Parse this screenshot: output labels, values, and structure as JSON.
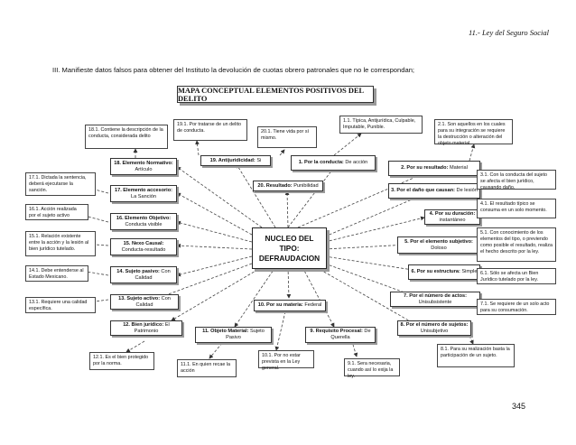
{
  "header": "11.- Ley del Seguro Social",
  "intro": "III. Manifieste datos falsos para obtener del Instituto la devolución de cuotas obrero patronales que no le correspondan;",
  "page_number": "345",
  "title": "MAPA CONCEPTUAL ELEMENTOS POSITIVOS DEL DELITO",
  "core": {
    "line1": "NUCLEO DEL",
    "line2": "TIPO:",
    "line3": "DEFRAUDACION"
  },
  "nodes": [
    {
      "id": "n1",
      "label": "1. Por la conducta:",
      "rest": " De acción"
    },
    {
      "id": "n2",
      "label": "2. Por su resultado:",
      "rest": " Material"
    },
    {
      "id": "n3",
      "label": "3. Por el daño que causan:",
      "rest": " De lesión"
    },
    {
      "id": "n4",
      "label": "4. Por su duración:",
      "rest": " instantáneo"
    },
    {
      "id": "n5",
      "label": "5. Por el elemento subjetivo:",
      "rest": " Doloso"
    },
    {
      "id": "n6",
      "label": "6. Por su estructura:",
      "rest": " Simple"
    },
    {
      "id": "n7",
      "label": "7. Por el número de actos:",
      "rest": " Unisubsistente"
    },
    {
      "id": "n8",
      "label": "8. Por el número de sujetos:",
      "rest": " Unisubjetivo"
    },
    {
      "id": "n9",
      "label": "9. Requisito Procesal:",
      "rest": " De Querella"
    },
    {
      "id": "n10",
      "label": "10. Por su materia:",
      "rest": " Federal"
    },
    {
      "id": "n11",
      "label": "11. Objeto Material:",
      "rest": " Sujeto Pasivo"
    },
    {
      "id": "n12",
      "label": "12. Bien jurídico:",
      "rest": " El Patrimonio"
    },
    {
      "id": "n13",
      "label": "13. Sujeto activo:",
      "rest": " Con Calidad"
    },
    {
      "id": "n14",
      "label": "14. Sujeto pasivo:",
      "rest": " Con Calidad"
    },
    {
      "id": "n15",
      "label": "15. Nexo Causal:",
      "rest": " Conducta-resultado"
    },
    {
      "id": "n16",
      "label": "16. Elemento Objetivo:",
      "rest": " Conducta visible"
    },
    {
      "id": "n17",
      "label": "17. Elemento accesorio:",
      "rest": " La Sanción"
    },
    {
      "id": "n18",
      "label": "18. Elemento Normativo:",
      "rest": " Artículo"
    },
    {
      "id": "n19",
      "label": "19. Antijuridicidad:",
      "rest": " Si"
    },
    {
      "id": "n20",
      "label": "20. Resultado:",
      "rest": " Punibilidad"
    }
  ],
  "notes": [
    {
      "id": "t11",
      "text": "1.1. Típica, Antijurídica, Culpable, Imputable, Punible."
    },
    {
      "id": "t21",
      "text": "2.1. Son aquellos en los cuales para su integración se requiere la destrucción o alteración del objeto material."
    },
    {
      "id": "t31",
      "text": "3.1. Con la conducta del sujeto se afecta el bien jurídico, causando daño."
    },
    {
      "id": "t41",
      "text": "4.1. El resultado típico se consuma en un solo momento."
    },
    {
      "id": "t51",
      "text": "5.1. Con conocimiento de los elementos del tipo, o previendo como posible el resultado, realiza el hecho descrito por la ley."
    },
    {
      "id": "t61",
      "text": "6.1. Sólo se afecta un Bien Jurídico tutelado por la ley."
    },
    {
      "id": "t71",
      "text": "7.1. Se requiere de un solo acto para su consumación."
    },
    {
      "id": "t81",
      "text": "8.1. Para su realización basta la participación de un sujeto."
    },
    {
      "id": "t91",
      "text": "9.1. Sera necesaria, cuando así lo exija la ley."
    },
    {
      "id": "t101",
      "text": "10.1. Por no estar prevista en la Ley general."
    },
    {
      "id": "t111",
      "text": "11.1. En quien recae la acción"
    },
    {
      "id": "t121",
      "text": "12.1. Es el bien protegido por la norma."
    },
    {
      "id": "t131",
      "text": "13.1. Requiere una calidad específica."
    },
    {
      "id": "t141",
      "text": "14.1. Debe entenderse al Estado Mexicano."
    },
    {
      "id": "t151",
      "text": "15.1. Relación existente entre la acción y la lesión al bien jurídico tutelado."
    },
    {
      "id": "t161",
      "text": "16.1. Acción realizada por el sujeto activo"
    },
    {
      "id": "t171",
      "text": "17.1. Dictada la sentencia, deberá ejecutarse la sanción."
    },
    {
      "id": "t181",
      "text": "18.1. Contiene la descripción de la conducta, considerada delito"
    },
    {
      "id": "t191",
      "text": "19.1. Por tratarse de un delito de conducta."
    },
    {
      "id": "t201",
      "text": "20.1. Tiene vida por sí mismo."
    }
  ]
}
